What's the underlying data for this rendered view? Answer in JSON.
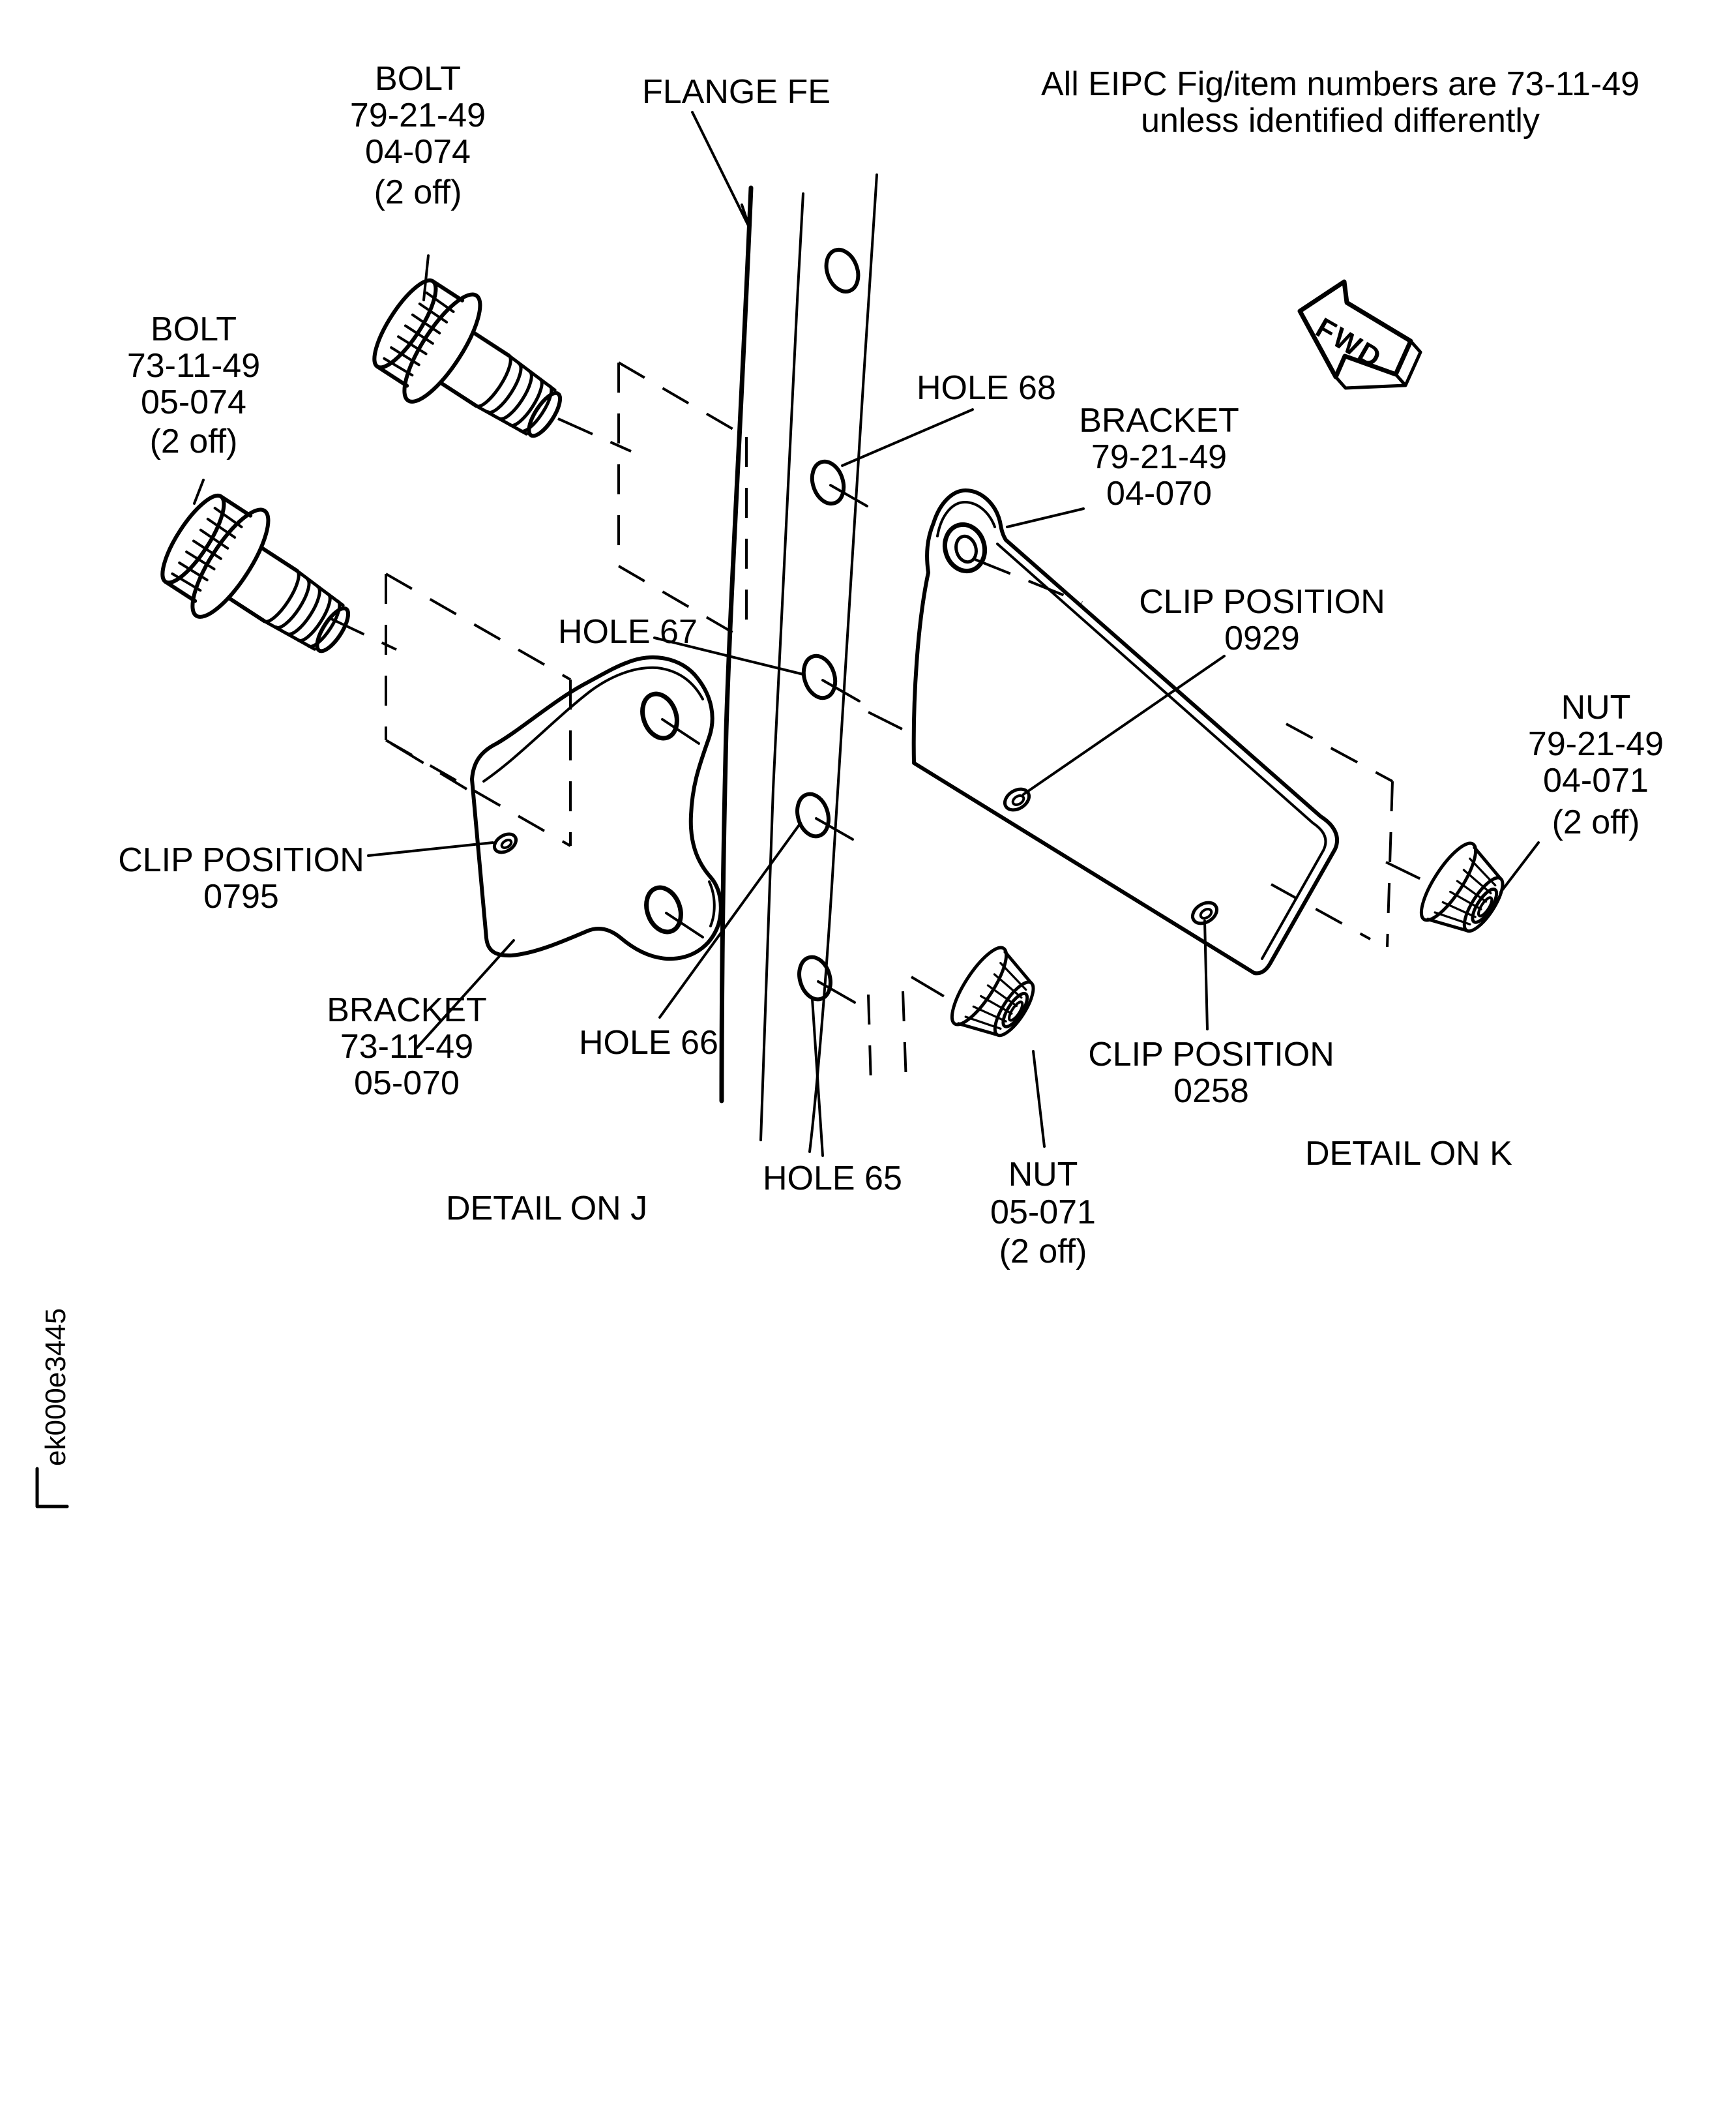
{
  "note": {
    "line1": "All EIPC Fig/item numbers are 73-11-49",
    "line2": "unless identified differently"
  },
  "labels": {
    "flange": "FLANGE FE",
    "bolt_top": [
      "BOLT",
      "79-21-49",
      "04-074",
      "(2 off)"
    ],
    "bolt_left": [
      "BOLT",
      "73-11-49",
      "05-074",
      "(2 off)"
    ],
    "hole68": "HOLE 68",
    "hole67": "HOLE 67",
    "hole66": "HOLE 66",
    "hole65": "HOLE 65",
    "bracket_k": [
      "BRACKET",
      "79-21-49",
      "04-070"
    ],
    "bracket_j": [
      "BRACKET",
      "73-11-49",
      "05-070"
    ],
    "clip_0929": [
      "CLIP POSITION",
      "0929"
    ],
    "clip_0795": [
      "CLIP POSITION",
      "0795"
    ],
    "clip_0258": [
      "CLIP POSITION",
      "0258"
    ],
    "nut_right": [
      "NUT",
      "79-21-49",
      "04-071",
      "(2 off)"
    ],
    "nut_bottom": [
      "NUT",
      "05-071",
      "(2 off)"
    ],
    "detail_j": "DETAIL ON J",
    "detail_k": "DETAIL ON K",
    "fwd": "FWD",
    "doc_code": "ek000e3445"
  },
  "colors": {
    "ink": "#000000",
    "paper": "#ffffff"
  }
}
